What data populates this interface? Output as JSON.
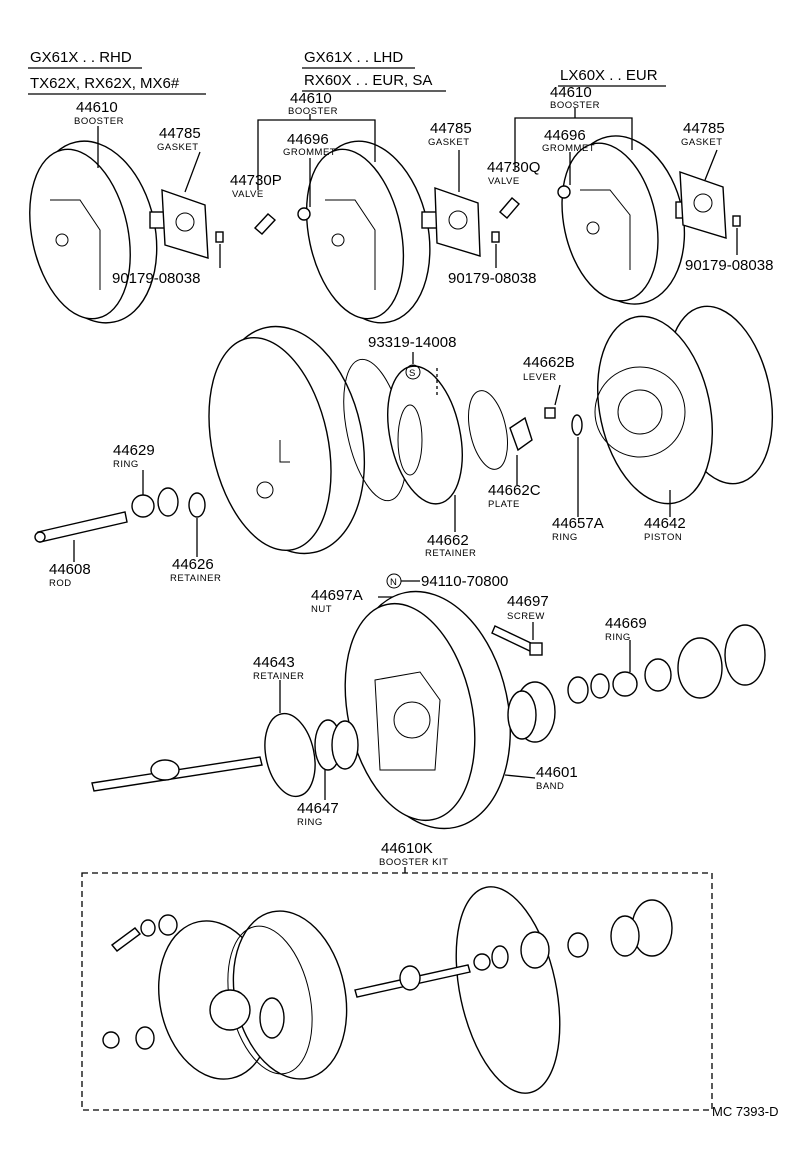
{
  "headers": {
    "left_1": "GX61X . . RHD",
    "left_2": "TX62X, RX62X, MX6#",
    "mid_1": "GX61X . . LHD",
    "mid_2": "RX60X . . EUR, SA",
    "right_1": "LX60X . . EUR"
  },
  "top_parts": {
    "left": {
      "booster": {
        "number": "44610",
        "name": "BOOSTER"
      },
      "gasket": {
        "number": "44785",
        "name": "GASKET"
      },
      "nut": {
        "number": "90179-08038"
      }
    },
    "mid": {
      "booster": {
        "number": "44610",
        "name": "BOOSTER"
      },
      "grommet": {
        "number": "44696",
        "name": "GROMMET"
      },
      "valve": {
        "number": "44730P",
        "name": "VALVE"
      },
      "gasket": {
        "number": "44785",
        "name": "GASKET"
      },
      "nut": {
        "number": "90179-08038"
      }
    },
    "right": {
      "booster": {
        "number": "44610",
        "name": "BOOSTER"
      },
      "grommet": {
        "number": "44696",
        "name": "GROMMET"
      },
      "valve": {
        "number": "44730Q",
        "name": "VALVE"
      },
      "gasket": {
        "number": "44785",
        "name": "GASKET"
      },
      "nut": {
        "number": "90179-08038"
      }
    }
  },
  "exploded_parts": {
    "screw_s": {
      "number": "93319-14008",
      "symbol": "S"
    },
    "lever": {
      "number": "44662B",
      "name": "LEVER"
    },
    "ring_44629": {
      "number": "44629",
      "name": "RING"
    },
    "retainer_44626": {
      "number": "44626",
      "name": "RETAINER"
    },
    "rod": {
      "number": "44608",
      "name": "ROD"
    },
    "retainer_44662": {
      "number": "44662",
      "name": "RETAINER"
    },
    "plate": {
      "number": "44662C",
      "name": "PLATE"
    },
    "ring_44657a": {
      "number": "44657A",
      "name": "RING"
    },
    "piston": {
      "number": "44642",
      "name": "PISTON"
    },
    "nut_n": {
      "number": "94110-70800",
      "symbol": "N"
    },
    "nut": {
      "number": "44697A",
      "name": "NUT"
    },
    "screw": {
      "number": "44697",
      "name": "SCREW"
    },
    "ring_44669": {
      "number": "44669",
      "name": "RING"
    },
    "retainer_44643": {
      "number": "44643",
      "name": "RETAINER"
    },
    "band": {
      "number": "44601",
      "name": "BAND"
    },
    "ring_44647": {
      "number": "44647",
      "name": "RING"
    },
    "kit": {
      "number": "44610K",
      "name": "BOOSTER KIT"
    }
  },
  "diagram_code": "MC 7393-D"
}
